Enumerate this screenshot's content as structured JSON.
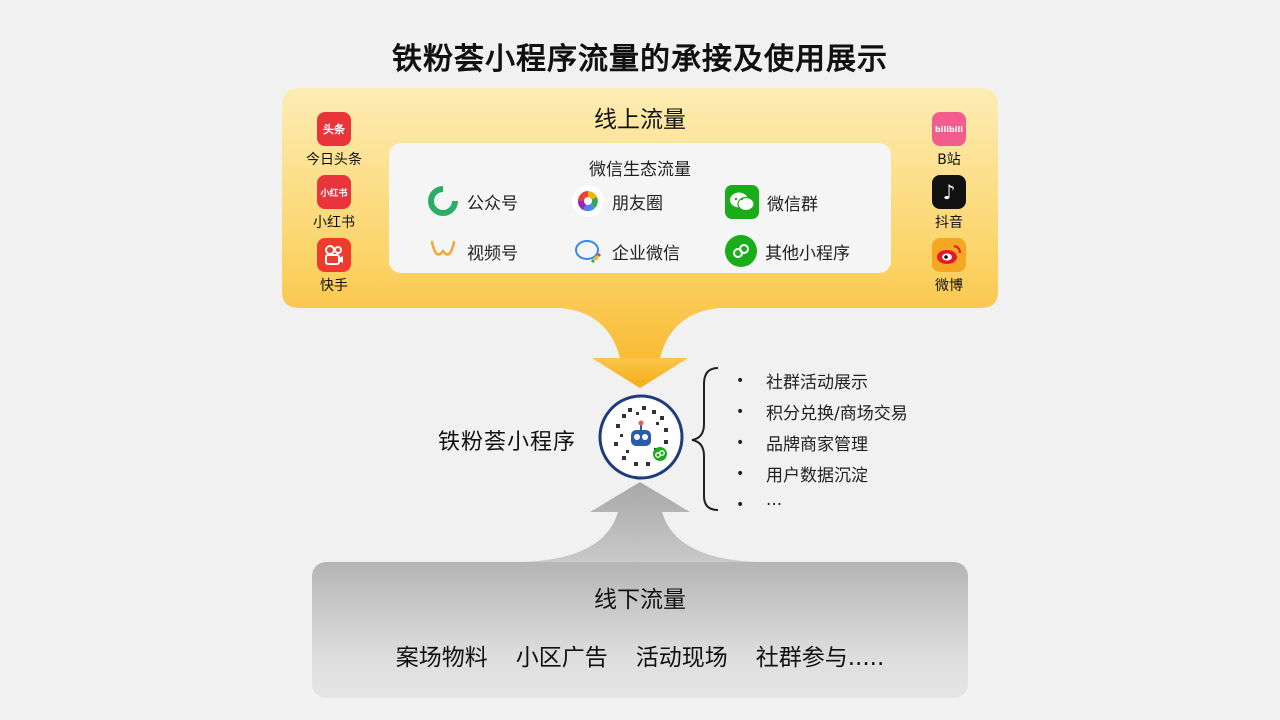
{
  "title": "铁粉荟小程序流量的承接及使用展示",
  "online": {
    "title": "线上流量",
    "left_apps": [
      {
        "label": "今日头条",
        "icon": "toutiao-icon",
        "icon_text": "头条",
        "color": "#e8343a"
      },
      {
        "label": "小红书",
        "icon": "xiaohongshu-icon",
        "icon_text": "小红书",
        "color": "#e8343a"
      },
      {
        "label": "快手",
        "icon": "kuaishou-icon",
        "icon_text": "",
        "color": "#ef3a2e"
      }
    ],
    "right_apps": [
      {
        "label": "B站",
        "icon": "bilibili-icon",
        "icon_text": "bilibili",
        "color": "#f25d8e"
      },
      {
        "label": "抖音",
        "icon": "douyin-icon",
        "icon_text": "♪",
        "color": "#111111"
      },
      {
        "label": "微博",
        "icon": "weibo-icon",
        "icon_text": "",
        "color": "#f5a623"
      }
    ],
    "wechat": {
      "title": "微信生态流量",
      "items": [
        {
          "label": "公众号",
          "icon": "official-account-icon"
        },
        {
          "label": "朋友圈",
          "icon": "moments-icon"
        },
        {
          "label": "微信群",
          "icon": "wechat-group-icon"
        },
        {
          "label": "视频号",
          "icon": "channels-icon"
        },
        {
          "label": "企业微信",
          "icon": "wecom-icon"
        },
        {
          "label": "其他小程序",
          "icon": "mini-program-icon"
        }
      ]
    }
  },
  "mini_program": {
    "label": "铁粉荟小程序",
    "features": [
      "社群活动展示",
      "积分兑换/商场交易",
      "品牌商家管理",
      "用户数据沉淀",
      "···"
    ]
  },
  "offline": {
    "title": "线下流量",
    "items": [
      "案场物料",
      "小区广告",
      "活动现场",
      "社群参与....."
    ]
  },
  "colors": {
    "online_top": "#fde9a6",
    "online_bottom": "#f8b52a",
    "arrow": "#f6b21e",
    "offline_top": "#b5b5b5",
    "offline_bottom": "#e5e5e5",
    "qr_border": "#1f3c7a"
  }
}
